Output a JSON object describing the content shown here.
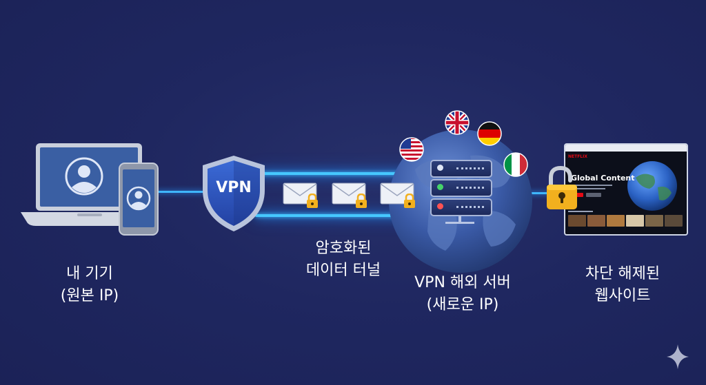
{
  "labels": {
    "device": [
      "내 기기",
      "(원본 IP)"
    ],
    "tunnel": [
      "암호화된",
      "데이터 터널"
    ],
    "server": [
      "VPN 해외 서버",
      "(새로운 IP)"
    ],
    "site": [
      "차단 해제된",
      "웹사이트"
    ]
  },
  "shield": {
    "text": "VPN"
  },
  "browser": {
    "brand": "NETFLIX",
    "hero_title": "Global Content"
  },
  "colors": {
    "background": "#1f2760",
    "tunnel_glow": "#46c8ff",
    "shield": "#2c56c8",
    "lock": "#f2b01e"
  },
  "icons": [
    "laptop-icon",
    "phone-icon",
    "vpn-shield-icon",
    "envelope-icon",
    "padlock-icon",
    "globe-icon",
    "server-icon",
    "flag-us-icon",
    "flag-uk-icon",
    "flag-de-icon",
    "flag-it-icon",
    "unlocked-padlock-icon",
    "sparkle-icon"
  ]
}
